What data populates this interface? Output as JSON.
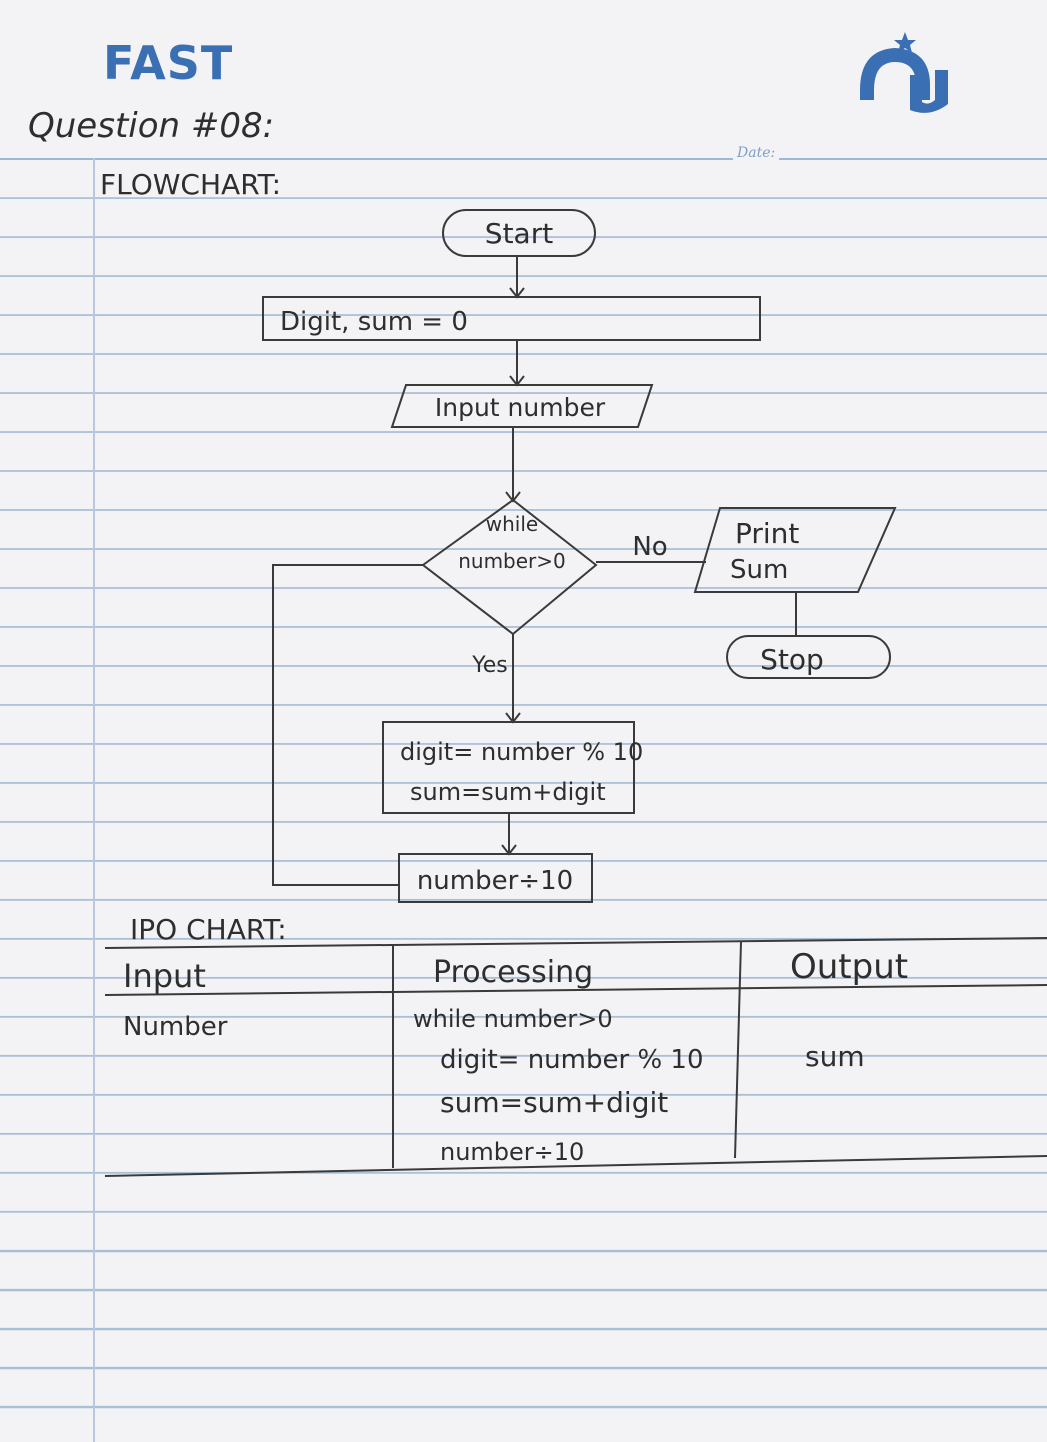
{
  "header": {
    "logo_text": "FAST",
    "question": "Question #08:",
    "flowchart_heading": "FLOWCHART:",
    "date_label": "Date:"
  },
  "flowchart": {
    "start": "Start",
    "init": "Digit, sum = 0",
    "input": "Input number",
    "condition_line1": "while",
    "condition_line2": "number>0",
    "no_label": "No",
    "yes_label": "Yes",
    "output_line1": "Print",
    "output_line2": "Sum",
    "stop": "Stop",
    "process_line1": "digit= number % 10",
    "process_line2": "sum=sum+digit",
    "update": "number÷10"
  },
  "ipo": {
    "heading": "IPO CHART:",
    "columns": [
      "Input",
      "Processing",
      "Output"
    ],
    "input_value": "Number",
    "processing_lines": [
      "while number>0",
      "digit= number % 10",
      "sum=sum+digit",
      "number÷10"
    ],
    "output_value": "sum"
  },
  "colors": {
    "ink": "#2e2e2e",
    "rule_blue": "#a9bfd6",
    "logo_blue": "#3a6fb3"
  }
}
